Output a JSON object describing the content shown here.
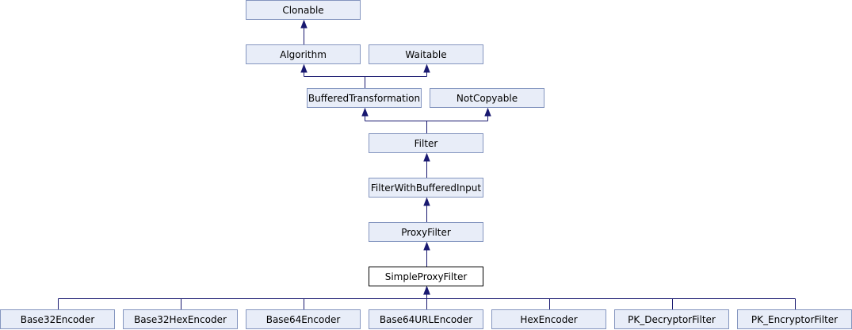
{
  "diagram": {
    "colors": {
      "node_fill": "#e8edf8",
      "node_border": "#8495bf",
      "current_fill": "#ffffff",
      "current_border": "#000000",
      "edge": "#191970"
    },
    "nodes": {
      "clonable": "Clonable",
      "algorithm": "Algorithm",
      "waitable": "Waitable",
      "buffered_transformation": "BufferedTransformation",
      "not_copyable": "NotCopyable",
      "filter": "Filter",
      "filter_with_buffered_input": "FilterWithBufferedInput",
      "proxy_filter": "ProxyFilter",
      "simple_proxy_filter": "SimpleProxyFilter",
      "base32_encoder": "Base32Encoder",
      "base32_hex_encoder": "Base32HexEncoder",
      "base64_encoder": "Base64Encoder",
      "base64_url_encoder": "Base64URLEncoder",
      "hex_encoder": "HexEncoder",
      "pk_decryptor_filter": "PK_DecryptorFilter",
      "pk_encryptor_filter": "PK_EncryptorFilter"
    },
    "edges": [
      {
        "from": "algorithm",
        "to": "clonable"
      },
      {
        "from": "buffered_transformation",
        "to": "algorithm"
      },
      {
        "from": "buffered_transformation",
        "to": "waitable"
      },
      {
        "from": "filter",
        "to": "buffered_transformation"
      },
      {
        "from": "filter",
        "to": "not_copyable"
      },
      {
        "from": "filter_with_buffered_input",
        "to": "filter"
      },
      {
        "from": "proxy_filter",
        "to": "filter_with_buffered_input"
      },
      {
        "from": "simple_proxy_filter",
        "to": "proxy_filter"
      },
      {
        "from": "base32_encoder",
        "to": "simple_proxy_filter"
      },
      {
        "from": "base32_hex_encoder",
        "to": "simple_proxy_filter"
      },
      {
        "from": "base64_encoder",
        "to": "simple_proxy_filter"
      },
      {
        "from": "base64_url_encoder",
        "to": "simple_proxy_filter"
      },
      {
        "from": "hex_encoder",
        "to": "simple_proxy_filter"
      },
      {
        "from": "pk_decryptor_filter",
        "to": "simple_proxy_filter"
      },
      {
        "from": "pk_encryptor_filter",
        "to": "simple_proxy_filter"
      }
    ]
  }
}
